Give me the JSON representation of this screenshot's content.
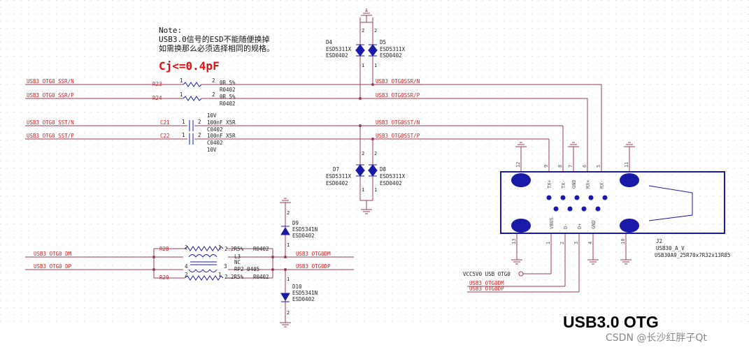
{
  "note": {
    "line1": "Note:",
    "line2": "USB3.0信号的ESD不能随便换掉",
    "line3": "如需换那么必须选择相同的规格。"
  },
  "spec": "Cj<=0.4pF",
  "title": "USB3.0 OTG",
  "watermark": "CSDN @长沙红胖子Qt",
  "colors": {
    "wire": "#9c3b57",
    "net": "#cc2020",
    "part": "#1a1aa8",
    "text": "#222222",
    "grid": "#c8c8c8"
  },
  "nets": {
    "ssrn": "USB3 OTG0 SSR/N",
    "ssrp": "USB3 OTG0 SSR/P",
    "sstn": "USB3 OTG0 SST/N",
    "sstp": "USB3 OTG0 SST/P",
    "dm": "USB3 OTG0 DM",
    "dp": "USB3 OTG0 DP",
    "ssrn_out": "USB3 OTG0SSR/N",
    "ssrp_out": "USB3 OTG0SSR/P",
    "sstn_out": "USB3 OTG0SST/N",
    "sstp_out": "USB3 OTG0SST/P",
    "dm_out": "USB3 OTG0DM",
    "dp_out": "USB3 OTG0DP",
    "vcc": "VCC5V0 USB OTG0",
    "dm_conn": "USB3 OTG0DM",
    "dp_conn": "USB3 OTG0DP"
  },
  "parts": {
    "r23": {
      "ref": "R23",
      "val": "0R  5%",
      "fp": "R0402",
      "p1": "1",
      "p2": "2"
    },
    "r24": {
      "ref": "R24",
      "val": "0R  5%",
      "fp": "R0402",
      "p1": "1",
      "p2": "2"
    },
    "c21": {
      "ref": "C21",
      "v": "10V",
      "val": "100nF X5R",
      "fp": "C0402",
      "p1": "1",
      "p2": "2"
    },
    "c22": {
      "ref": "C22",
      "val": "100nF X5R",
      "fp": "C0402",
      "v": "10V",
      "p1": "1",
      "p2": "2"
    },
    "r28": {
      "ref": "R28",
      "val": "2.2R5%",
      "fp": "R0402",
      "p1": "2",
      "p2": "1"
    },
    "r29": {
      "ref": "R29",
      "val": "2.2R5%",
      "fp": "R0402",
      "p1": "2",
      "p2": "1"
    },
    "l3": {
      "ref": "L3",
      "val": "NC",
      "fp": "RP2 0405",
      "p4": "4",
      "p3": "3"
    },
    "d4": {
      "ref": "D4",
      "val": "ESD5311X",
      "fp": "ESD0402"
    },
    "d5": {
      "ref": "D5",
      "val": "ESD5311X",
      "fp": "ESD0402"
    },
    "d7": {
      "ref": "D7",
      "val": "ESD5311X",
      "fp": "ESD0402"
    },
    "d8": {
      "ref": "D8",
      "val": "ESD5311X",
      "fp": "ESD0402"
    },
    "d9": {
      "ref": "D9",
      "val": "ESD5341N",
      "fp": "ESD0402"
    },
    "d10": {
      "ref": "D10",
      "val": "ESD5341N",
      "fp": "ESD0402"
    },
    "j2": {
      "ref": "J2",
      "val": "USB30_A_V",
      "fp": "USB30A9_25R70x7R32x13R85"
    }
  },
  "connector": {
    "top_pins": [
      {
        "num": "12",
        "name": ""
      },
      {
        "num": "9",
        "name": "TX+"
      },
      {
        "num": "8",
        "name": "TX-"
      },
      {
        "num": "7",
        "name": "GND"
      },
      {
        "num": "6",
        "name": "RX+"
      },
      {
        "num": "5",
        "name": "RX-"
      },
      {
        "num": "11",
        "name": ""
      }
    ],
    "bottom_pins": [
      {
        "num": "13",
        "name": ""
      },
      {
        "num": "1",
        "name": "VBUS"
      },
      {
        "num": "2",
        "name": "D-"
      },
      {
        "num": "3",
        "name": "D+"
      },
      {
        "num": "4",
        "name": "GND"
      },
      {
        "num": "10",
        "name": ""
      }
    ]
  },
  "diode_pins": {
    "top": "2",
    "bottom": "1"
  }
}
